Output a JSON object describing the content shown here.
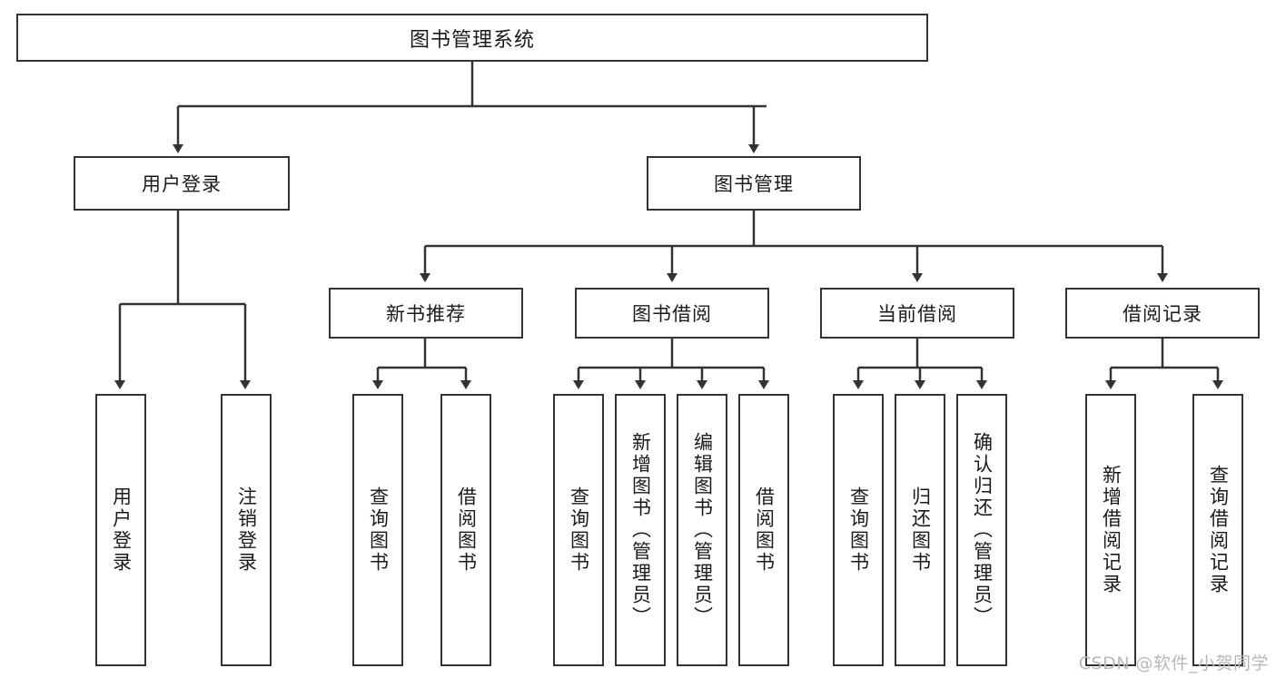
{
  "diagram": {
    "title_node": {
      "id": "root",
      "label": "图书管理系统"
    },
    "level2": [
      {
        "id": "user-login",
        "label": "用户登录"
      },
      {
        "id": "book-management",
        "label": "图书管理"
      }
    ],
    "level3": [
      {
        "id": "new-book-recommend",
        "label": "新书推荐"
      },
      {
        "id": "book-borrow",
        "label": "图书借阅"
      },
      {
        "id": "current-borrow",
        "label": "当前借阅"
      },
      {
        "id": "borrow-record",
        "label": "借阅记录"
      }
    ],
    "leaves": {
      "user_login": [
        {
          "id": "leaf-user-login",
          "label": "用户登录"
        },
        {
          "id": "leaf-logout-login",
          "label": "注销登录"
        }
      ],
      "new_book_recommend": [
        {
          "id": "leaf-query-book-1",
          "label": "查询图书"
        },
        {
          "id": "leaf-borrow-book-1",
          "label": "借阅图书"
        }
      ],
      "book_borrow": [
        {
          "id": "leaf-query-book-2",
          "label": "查询图书"
        },
        {
          "id": "leaf-add-book",
          "label": "新增图书（管理员）"
        },
        {
          "id": "leaf-edit-book",
          "label": "编辑图书（管理员）"
        },
        {
          "id": "leaf-borrow-book-2",
          "label": "借阅图书"
        }
      ],
      "current_borrow": [
        {
          "id": "leaf-query-book-3",
          "label": "查询图书"
        },
        {
          "id": "leaf-return-book",
          "label": "归还图书"
        },
        {
          "id": "leaf-confirm-return",
          "label": "确认归还（管理员）"
        }
      ],
      "borrow_record": [
        {
          "id": "leaf-add-borrow-record",
          "label": "新增借阅记录"
        },
        {
          "id": "leaf-query-borrow-record",
          "label": "查询借阅记录"
        }
      ]
    },
    "colors": {
      "line": "#333333",
      "box_border": "#333333",
      "box_fill": "#ffffff",
      "text": "#1a1a1a",
      "watermark": "#b8b8b8",
      "background": "#ffffff"
    }
  },
  "watermark": {
    "text": "CSDN @软件_小贺同学"
  }
}
